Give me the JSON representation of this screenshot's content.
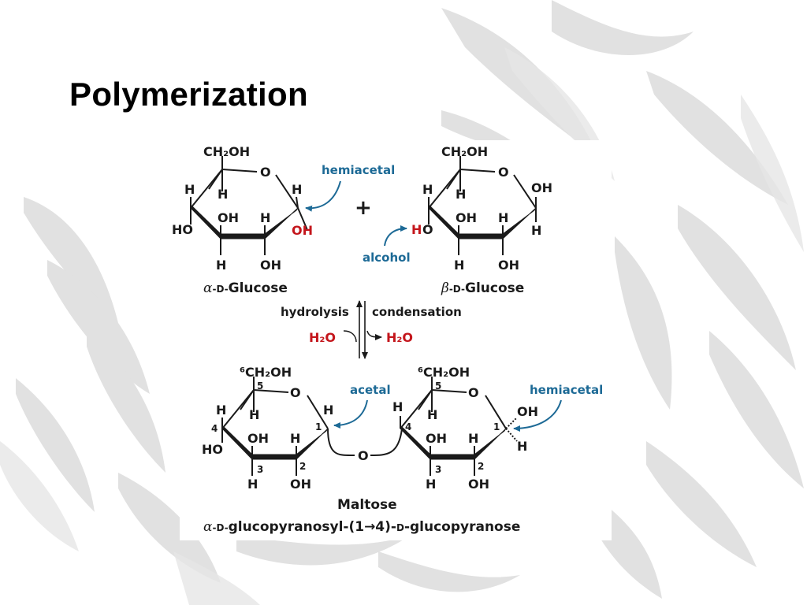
{
  "slide": {
    "title": "Polymerization"
  },
  "atoms": {
    "ch2oh": "CH₂OH",
    "ch2oh_6": "⁶CH₂OH",
    "o": "O",
    "h": "H",
    "oh": "OH",
    "ho": "HO",
    "n1": "1",
    "n2": "2",
    "n3": "3",
    "n4": "4",
    "n5": "5"
  },
  "labels": {
    "plus": "+",
    "hemiacetal": "hemiacetal",
    "alcohol": "alcohol",
    "acetal": "acetal",
    "hydrolysis": "hydrolysis",
    "condensation": "condensation",
    "water": "H₂O"
  },
  "captions": {
    "alpha_glucose": {
      "greek": "α",
      "d": "-D-",
      "rest": "Glucose"
    },
    "beta_glucose": {
      "greek": "β",
      "d": "-D-",
      "rest": "Glucose"
    },
    "maltose": "Maltose",
    "maltose_iupac": {
      "greek": "α",
      "d1": "-D-",
      "part1": "glucopyranosyl-(1→4)-",
      "d2": "D",
      "part2": "-glucopyranose"
    }
  },
  "colors": {
    "annotation_blue": "#1d6a96",
    "highlight_red": "#c4161c",
    "ink": "#1a1a1a"
  }
}
